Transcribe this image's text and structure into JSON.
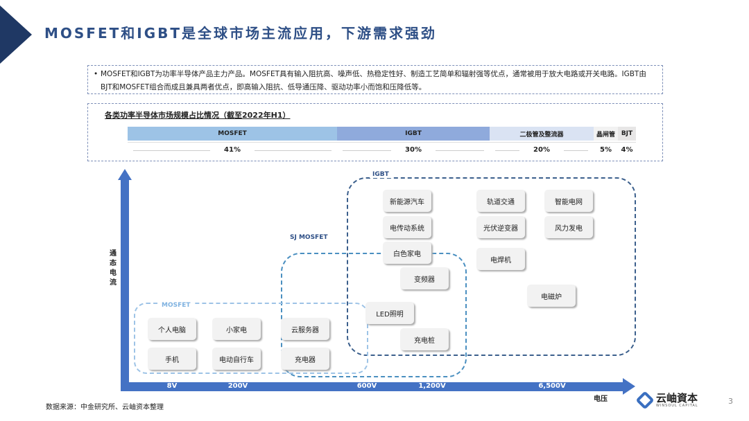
{
  "title": "MOSFET和IGBT是全球市场主流应用，下游需求强劲",
  "info": {
    "bullet": "•",
    "text": "MOSFET和IGBT为功率半导体产品主力产品。MOSFET具有输入阻抗高、噪声低、热稳定性好、制造工艺简单和辐射强等优点，通常被用于放大电路或开关电路。IGBT由BJT和MOSFET组合而成且兼具两者优点，即高输入阻抗、低导通压降、驱动功率小而饱和压降低等。"
  },
  "share": {
    "title": "各类功率半导体市场规模占比情况（截至2022年H1）",
    "columns": [
      {
        "name": "MOSFET",
        "value": "41%",
        "color": "#9dc3e6"
      },
      {
        "name": "IGBT",
        "value": "30%",
        "color": "#8faadc"
      },
      {
        "name": "二极管及整流器",
        "value": "20%",
        "color": "#dae3f3"
      },
      {
        "name": "晶闸管",
        "value": "5%",
        "color": "#f2f2f2"
      },
      {
        "name": "BJT",
        "value": "4%",
        "color": "#e7e6e6"
      }
    ]
  },
  "chart": {
    "y_label": "通态电流",
    "x_label": "电压",
    "x_ticks": [
      "8V",
      "200V",
      "600V",
      "1,200V",
      "6,500V"
    ],
    "regions": {
      "igbt": "IGBT",
      "sj": "SJ MOSFET",
      "mosfet": "MOSFET"
    },
    "items": [
      "新能源汽车",
      "电传动系统",
      "白色家电",
      "变频器",
      "LED照明",
      "充电桩",
      "轨道交通",
      "光伏逆变器",
      "电焊机",
      "智能电网",
      "风力发电",
      "电磁炉",
      "个人电脑",
      "小家电",
      "手机",
      "电动自行车",
      "云服务器",
      "充电器"
    ]
  },
  "footer": {
    "source": "数据来源：中金研究所、云岫资本整理",
    "logo": "云岫資本",
    "logo_en": "WINSOUL CAPITAL",
    "page": "3"
  }
}
